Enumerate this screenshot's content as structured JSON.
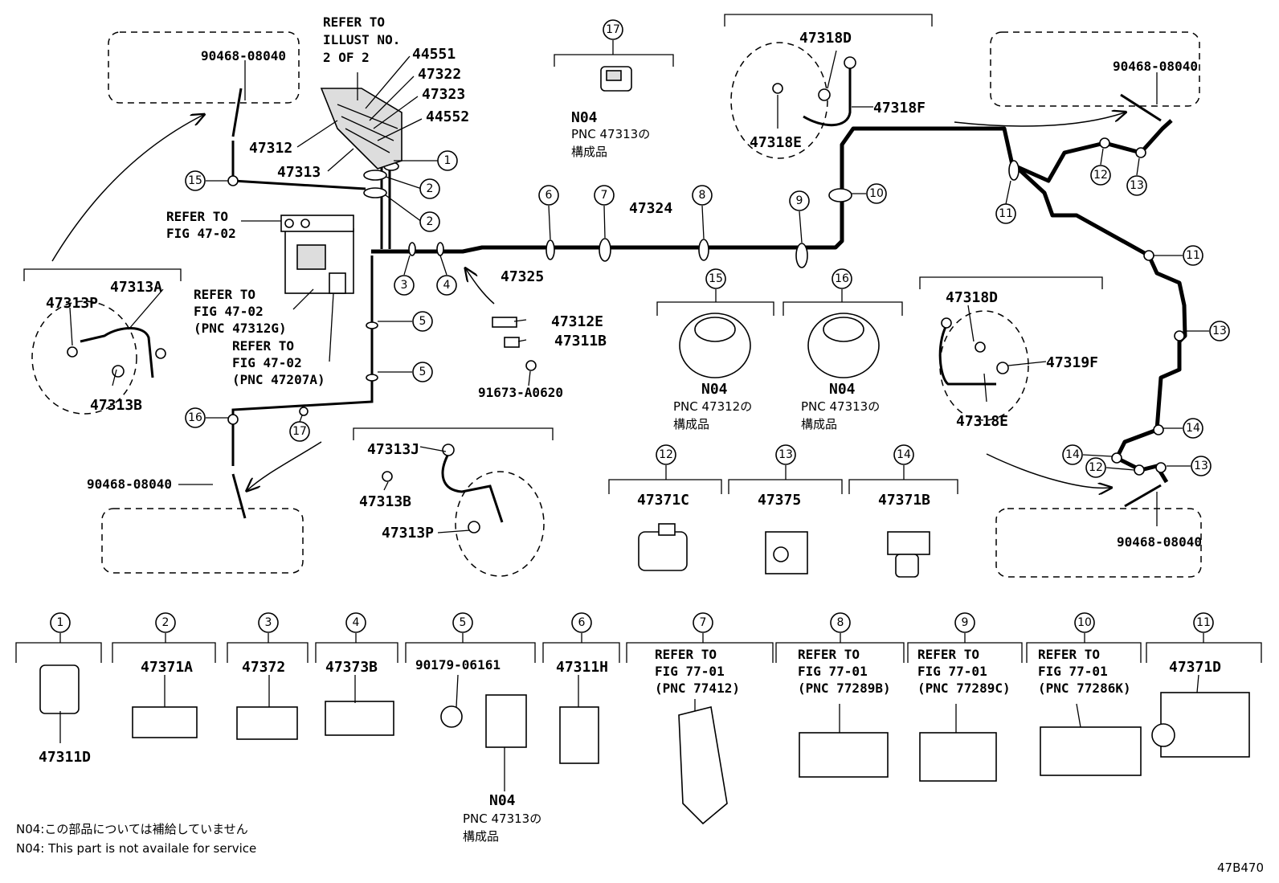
{
  "diagram_code": "47B470",
  "notes": {
    "jp": "N04:この部品については補給していません",
    "en": "N04: This part is not availale for service"
  },
  "refer_blocks": {
    "illust": [
      "REFER TO",
      "ILLUST NO.",
      "2 OF 2"
    ],
    "fig4702_a": [
      "REFER TO",
      "FIG 47-02"
    ],
    "fig4702_b": [
      "REFER TO",
      "FIG 47-02",
      "(PNC 47312G)"
    ],
    "fig4702_c": [
      "REFER TO",
      "FIG 47-02",
      "(PNC 47207A)"
    ],
    "c7": [
      "REFER TO",
      "FIG 77-01",
      "(PNC 77412)"
    ],
    "c8": [
      "REFER TO",
      "FIG 77-01",
      "(PNC 77289B)"
    ],
    "c9": [
      "REFER TO",
      "FIG 77-01",
      "(PNC 77289C)"
    ],
    "c10": [
      "REFER TO",
      "FIG 77-01",
      "(PNC 77286K)"
    ]
  },
  "parts": {
    "p44551": "44551",
    "p47322": "47322",
    "p47323": "47323",
    "p44552": "44552",
    "p47312": "47312",
    "p47313": "47313",
    "p47324": "47324",
    "p47325": "47325",
    "p47312E": "47312E",
    "p47311B": "47311B",
    "p91673": "91673-A0620",
    "p47318D_top": "47318D",
    "p47318F": "47318F",
    "p47318E_top": "47318E",
    "p90468_tl": "90468-08040",
    "p90468_tr": "90468-08040",
    "p90468_bl": "90468-08040",
    "p90468_br": "90468-08040",
    "p47313P_l": "47313P",
    "p47313A": "47313A",
    "p47313B_l": "47313B",
    "p47313J": "47313J",
    "p47313B_m": "47313B",
    "p47313P_m": "47313P",
    "p47318D_r": "47318D",
    "p47319F": "47319F",
    "p47318E_r": "47318E",
    "p47371C": "47371C",
    "p47375": "47375",
    "p47371B": "47371B",
    "p47311D": "47311D",
    "p47371A": "47371A",
    "p47372": "47372",
    "p47373B": "47373B",
    "p90179": "90179-06161",
    "p47311H": "47311H",
    "p47371D": "47371D"
  },
  "n04": "N04",
  "pnc_texts": {
    "c17": [
      "PNC 47313の",
      "構成品"
    ],
    "c15": [
      "PNC 47312の",
      "構成品"
    ],
    "c16": [
      "PNC 47313の",
      "構成品"
    ],
    "c5": [
      "PNC 47313の",
      "構成品"
    ]
  },
  "callouts": [
    "1",
    "2",
    "3",
    "4",
    "5",
    "6",
    "7",
    "8",
    "9",
    "10",
    "11",
    "12",
    "13",
    "14",
    "15",
    "16",
    "17"
  ]
}
